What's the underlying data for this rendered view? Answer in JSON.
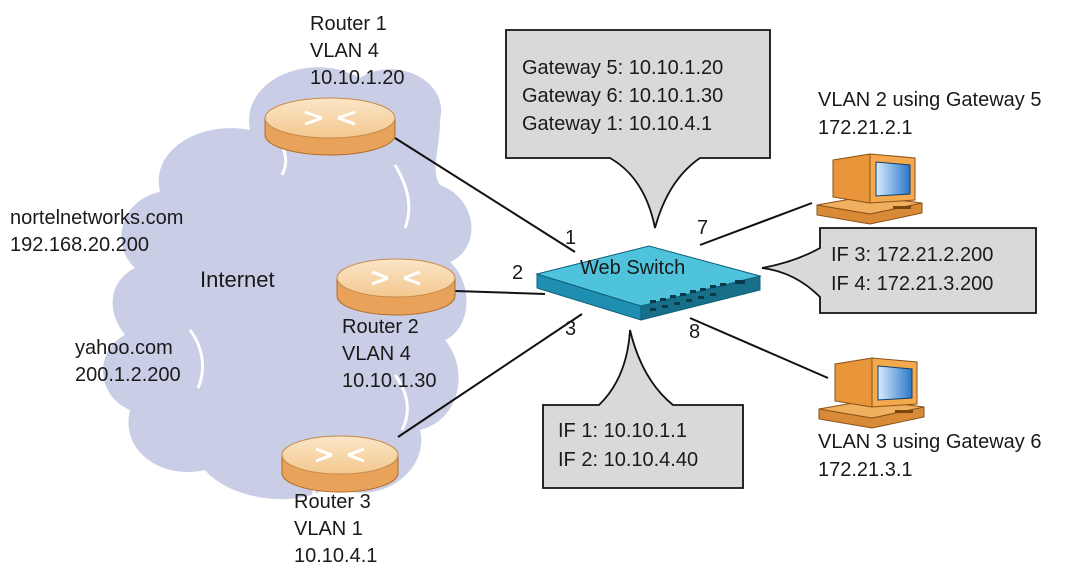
{
  "cloud": {
    "label": "Internet",
    "hosts": [
      {
        "name": "nortelnetworks.com",
        "ip": "192.168.20.200"
      },
      {
        "name": "yahoo.com",
        "ip": "200.1.2.200"
      }
    ]
  },
  "routers": [
    {
      "name": "Router 1",
      "vlan": "VLAN 4",
      "ip": "10.10.1.20"
    },
    {
      "name": "Router 2",
      "vlan": "VLAN 4",
      "ip": "10.10.1.30"
    },
    {
      "name": "Router 3",
      "vlan": "VLAN 1",
      "ip": "10.10.4.1"
    }
  ],
  "switch": {
    "label": "Web Switch"
  },
  "ports": {
    "p1": "1",
    "p2": "2",
    "p3": "3",
    "p7": "7",
    "p8": "8"
  },
  "callouts": {
    "gateways": [
      "Gateway 5: 10.10.1.20",
      "Gateway 6: 10.10.1.30",
      "Gateway 1: 10.10.4.1"
    ],
    "if_left": [
      "IF 1: 10.10.1.1",
      "IF 2: 10.10.4.40"
    ],
    "if_right": [
      "IF 3: 172.21.2.200",
      "IF 4: 172.21.3.200"
    ]
  },
  "clients": [
    {
      "vlan_gateway": "VLAN 2 using Gateway 5",
      "ip": "172.21.2.1"
    },
    {
      "vlan_gateway": "VLAN 3 using Gateway 6",
      "ip": "172.21.3.1"
    }
  ],
  "colors": {
    "cloud": "#c9cde6",
    "router_top": "#f8d9b0",
    "router_side": "#e8a25a",
    "switch_top": "#4fc3dc",
    "switch_side": "#1e8fb0",
    "callout": "#d8d9da",
    "pc_case": "#e9963a",
    "pc_screen": "#2a78c8"
  }
}
